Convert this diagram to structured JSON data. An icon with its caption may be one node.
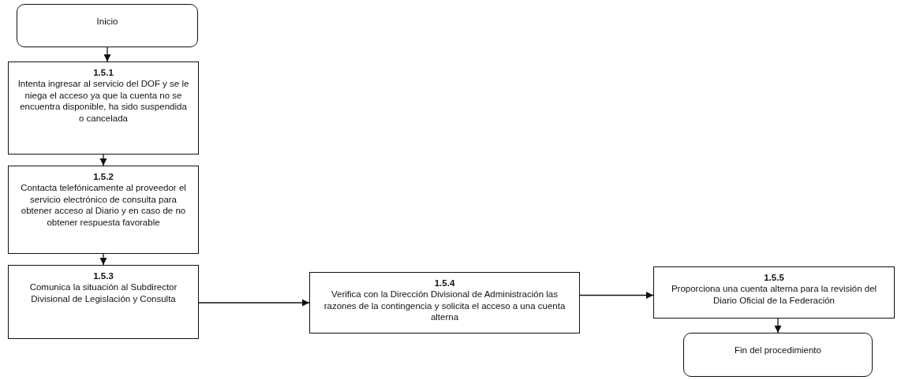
{
  "diagram": {
    "nodes": [
      {
        "text": [
          "Inicio"
        ]
      },
      {
        "text": [
          "1.5.1",
          "Intenta ingresar al servicio del DOF y se le niega el acceso ya que la cuenta no se encuentra disponible, ha sido suspendida o cancelada"
        ]
      },
      {
        "text": [
          "1.5.2",
          "Contacta telefónicamente al proveedor el servicio electrónico de consulta para obtener acceso al Diario y en caso de no obtener respuesta favorable"
        ]
      },
      {
        "text": [
          "1.5.3",
          "Comunica la situación al Subdirector Divisional de Legislación y Consulta"
        ]
      },
      {
        "text": [
          "1.5.4",
          "Verifica con la Dirección Divisional de Administración las razones de la contingencia y solicita el acceso a una cuenta alterna"
        ]
      },
      {
        "text": [
          "1.5.5",
          "Proporciona una cuenta alterna para la revisión del Diario Oficial de la Federación"
        ]
      },
      {
        "text": [
          "Fin del procedimiento"
        ]
      }
    ],
    "edges": [
      {
        "from": 0,
        "to": 1,
        "arrow": "to"
      },
      {
        "from": 1,
        "to": 2,
        "arrow": "to"
      },
      {
        "from": 2,
        "to": 3,
        "arrow": "to"
      },
      {
        "from": 3,
        "to": 4,
        "arrow": "to"
      },
      {
        "from": 4,
        "to": 5,
        "arrow": "to"
      },
      {
        "from": 5,
        "to": 6,
        "arrow": "to"
      }
    ]
  }
}
